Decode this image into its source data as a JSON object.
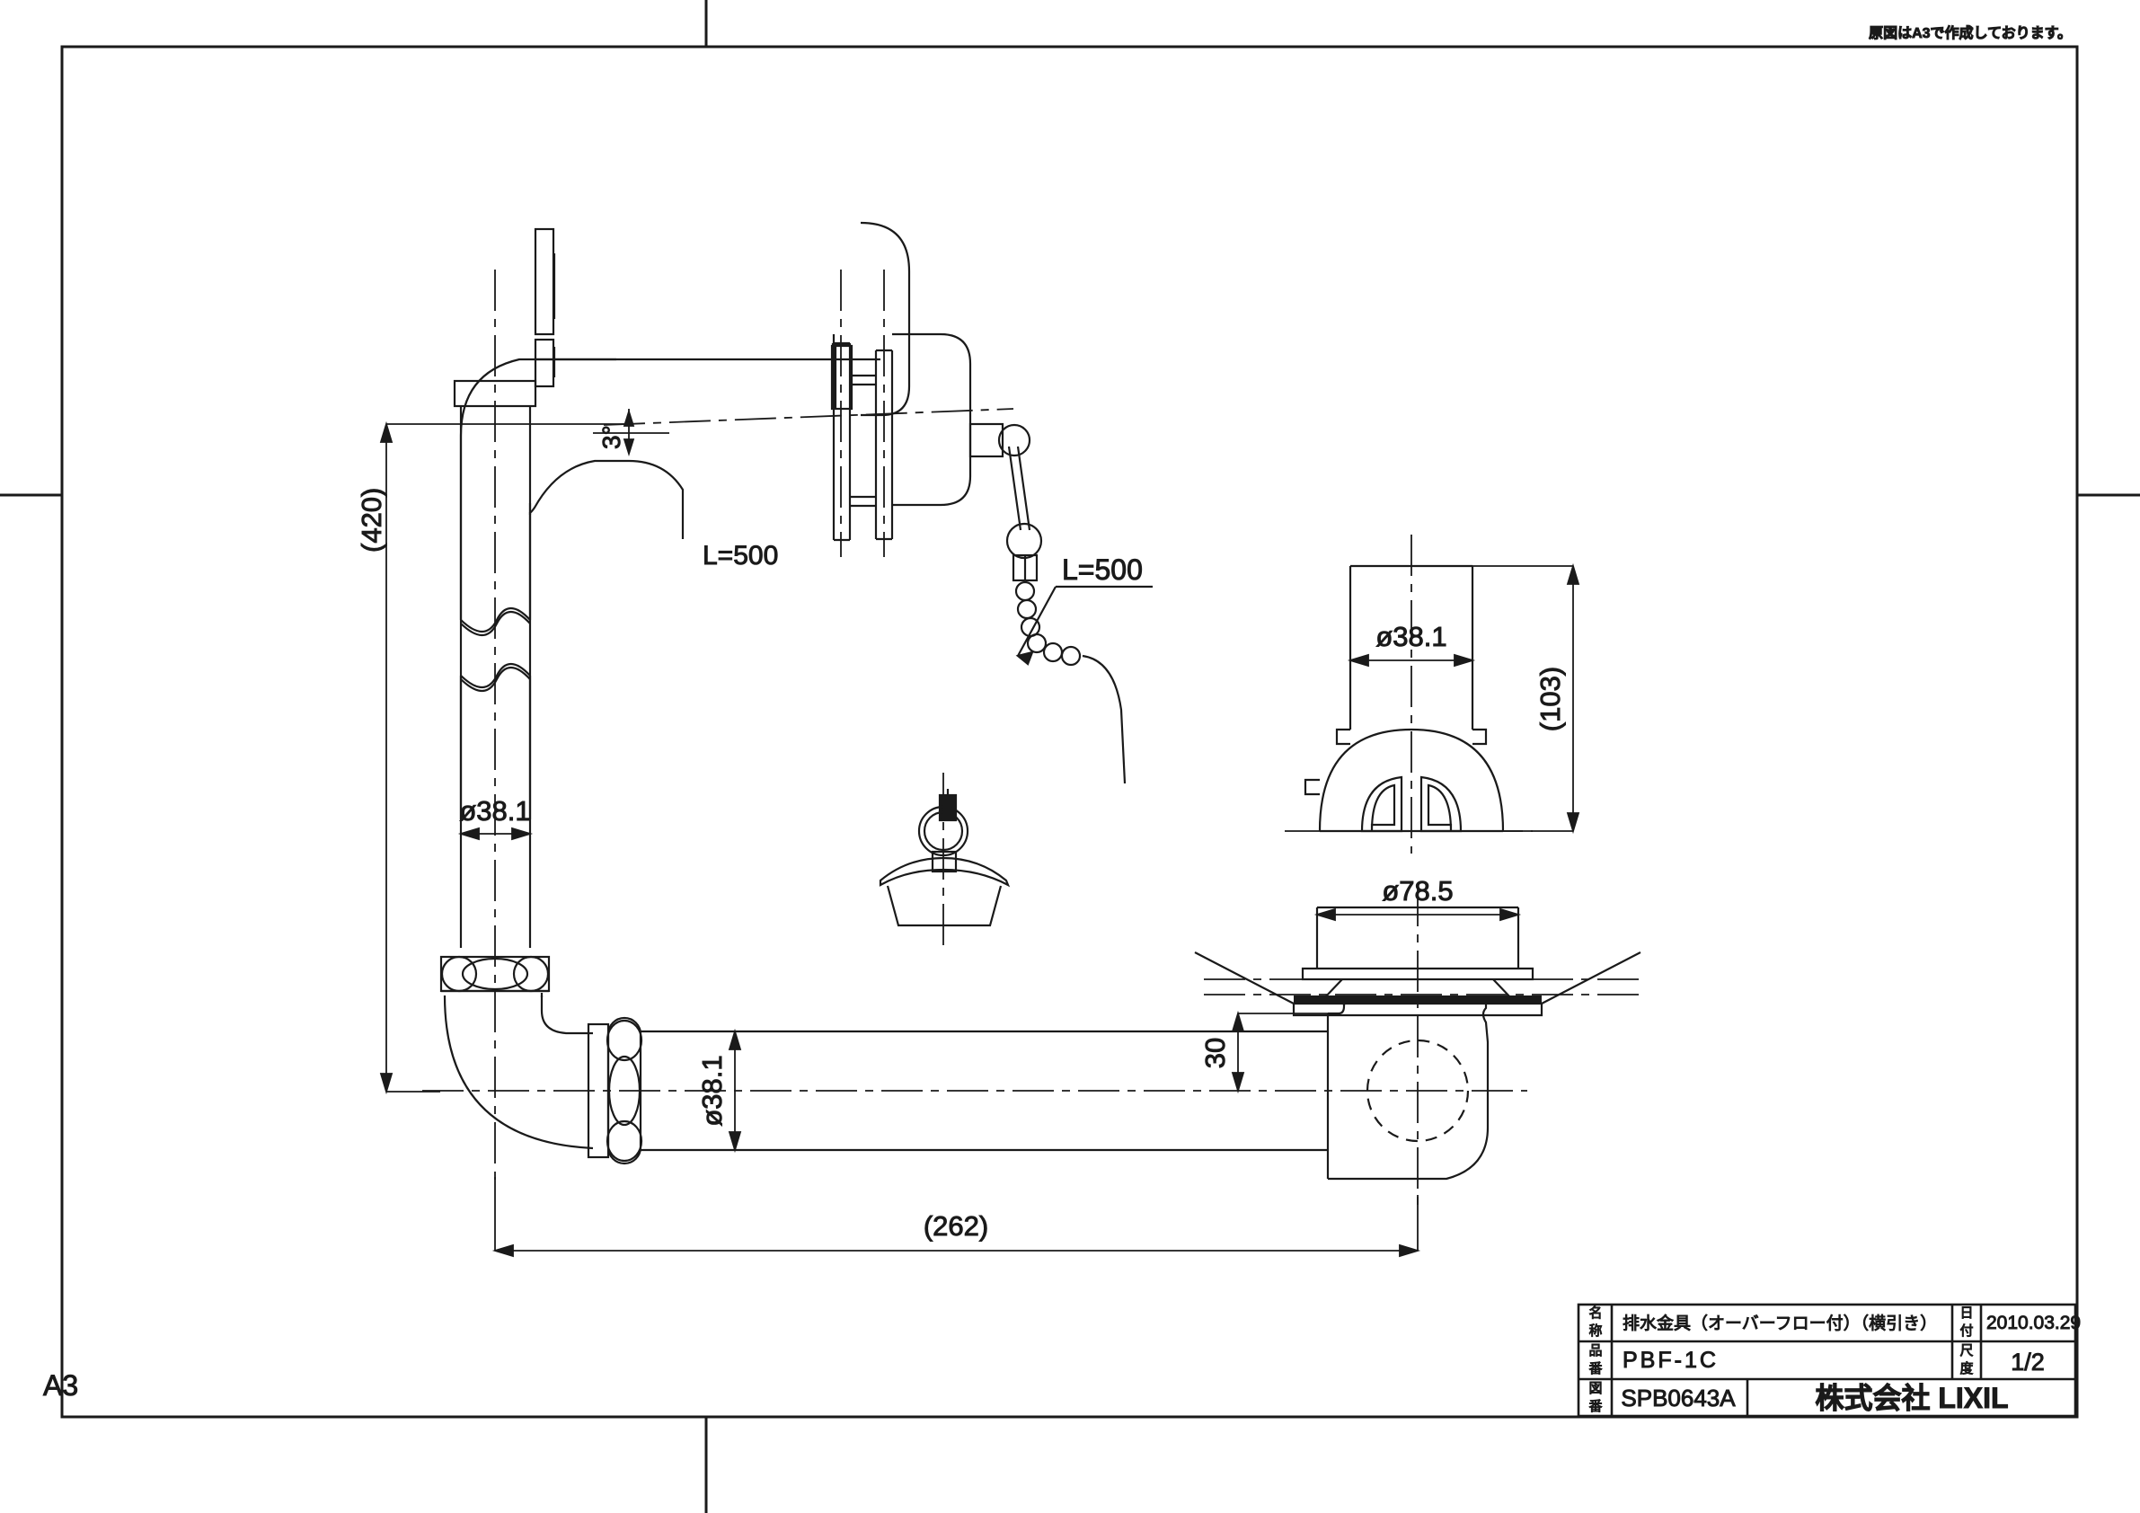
{
  "sheet": {
    "size_label": "A3",
    "origin_note": "原図はA3で作成しております。"
  },
  "dimensions": {
    "overall_height": "(420)",
    "overall_length": "(262)",
    "overflow_pipe_dia_front": "ø38.1",
    "overflow_pipe_dia_side": "ø38.1",
    "horizontal_pipe_dia": "ø38.1",
    "flange_dia": "ø78.5",
    "face_plate_height": "(103)",
    "outlet_offset": "30",
    "slope_angle": "3°",
    "chain_length": "L=500"
  },
  "title_block": {
    "rows": [
      {
        "header": "名称",
        "value": "排水金具（オーバーフロー付）（横引き）"
      },
      {
        "header": "品番",
        "value": "PBF-1C"
      },
      {
        "header": "図番",
        "value": "SPB0643A"
      }
    ],
    "date_header": "日付",
    "date_value": "2010.03.29",
    "scale_header": "尺度",
    "scale_value": "1/2",
    "company": "株式会社 LIXIL"
  },
  "style": {
    "line": "#1a1a1a",
    "paper": "#ffffff"
  }
}
